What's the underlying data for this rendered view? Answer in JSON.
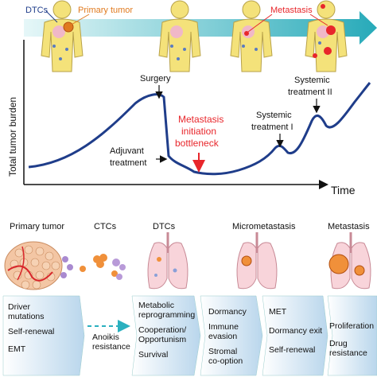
{
  "top": {
    "labels": {
      "dtcs": "DTCs",
      "primary_tumor": "Primary tumor",
      "metastasis": "Metastasis"
    },
    "axes": {
      "y": "Total tumor burden",
      "x": "Time"
    },
    "annotations": {
      "surgery": "Surgery",
      "adjuvant_1": "Adjuvant",
      "adjuvant_2": "treatment",
      "bottleneck_1": "Metastasis",
      "bottleneck_2": "initiation",
      "bottleneck_3": "bottleneck",
      "systemic1_1": "Systemic",
      "systemic1_2": "treatment I",
      "systemic2_1": "Systemic",
      "systemic2_2": "treatment II"
    },
    "colors": {
      "curve": "#1f3d8a",
      "arrow": "#2bb0bf",
      "red": "#e8262b",
      "orange": "#e07a1f",
      "body": "#f4e27a"
    }
  },
  "bottom": {
    "stages": [
      "Primary tumor",
      "CTCs",
      "DTCs",
      "Micrometastasis",
      "Metastasis"
    ],
    "boxes": {
      "primary": [
        "Driver",
        "mutations",
        "Self-renewal",
        "EMT"
      ],
      "ctcs": [
        "Anoikis",
        "resistance"
      ],
      "dtcs": [
        "Metabolic",
        "reprogramming",
        "Cooperation/",
        "Opportunism",
        "Survival"
      ],
      "micro": [
        "Dormancy",
        "Immune",
        "evasion",
        "Stromal",
        "co-option"
      ],
      "met_early": [
        "MET",
        "Dormancy exit",
        "Self-renewal"
      ],
      "metastasis": [
        "Proliferation",
        "Drug",
        "resistance"
      ]
    }
  }
}
